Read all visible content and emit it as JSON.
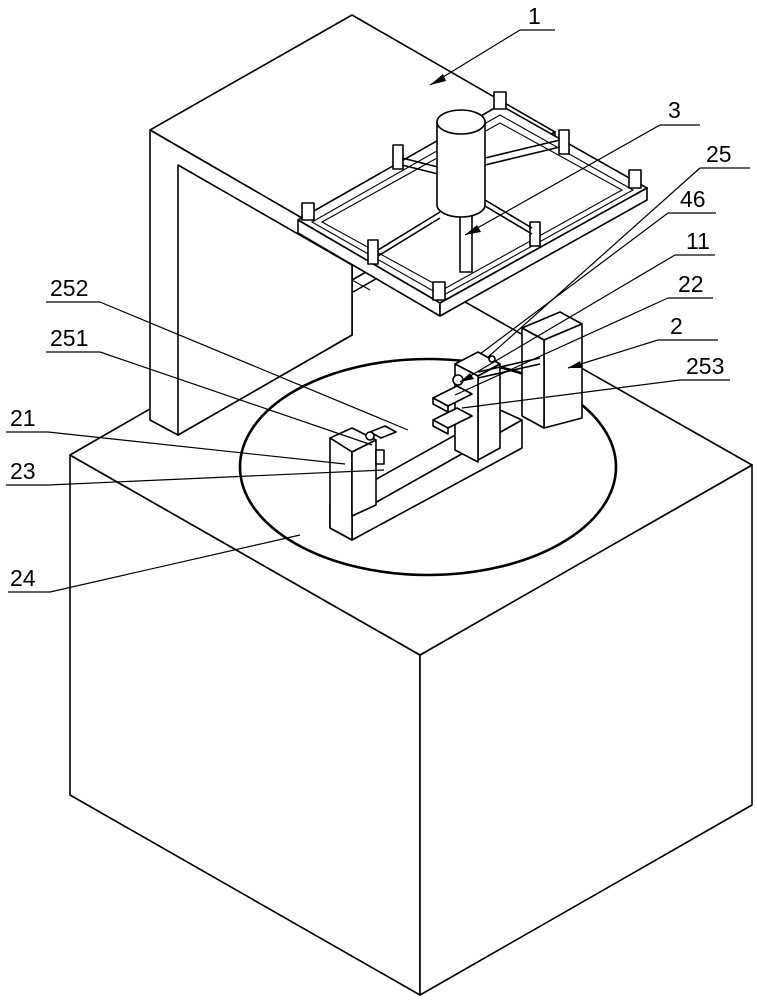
{
  "labels": {
    "l1": "1",
    "l3": "3",
    "l25": "25",
    "l46": "46",
    "l11": "11",
    "l22": "22",
    "l2": "2",
    "l253": "253",
    "l252": "252",
    "l251": "251",
    "l21": "21",
    "l23": "23",
    "l24": "24"
  }
}
